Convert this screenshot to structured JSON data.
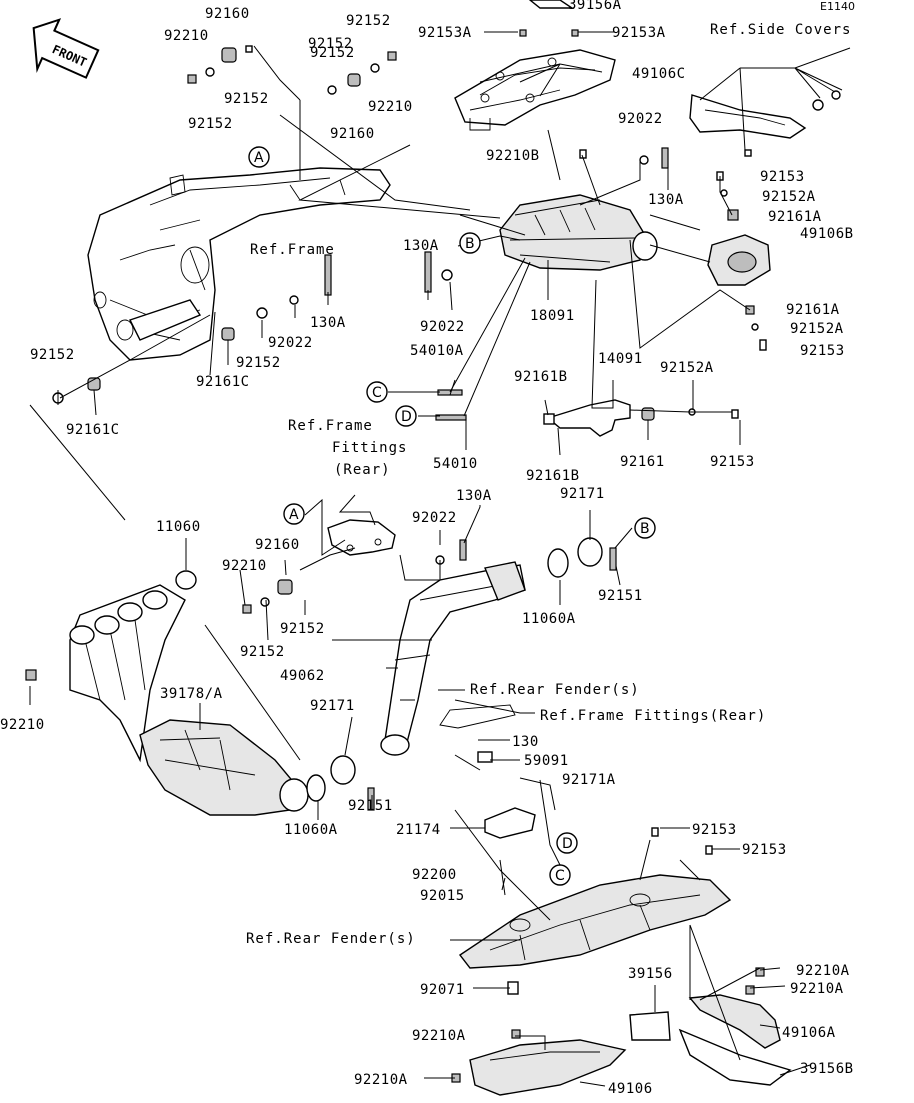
{
  "diagram_code": "E1140",
  "front_label": "FRONT",
  "callouts": [
    "A",
    "B",
    "C",
    "D",
    "A",
    "B",
    "C",
    "D"
  ],
  "refs": {
    "side_covers": "Ref.Side Covers",
    "frame": "Ref.Frame",
    "frame_fittings_rear_1": "Ref.Frame",
    "frame_fittings_rear_2": "Fittings",
    "frame_fittings_rear_3": "(Rear)",
    "rear_fender_1": "Ref.Rear Fender(s)",
    "frame_fittings_rear_inline": "Ref.Frame Fittings(Rear)",
    "rear_fender_2": "Ref.Rear Fender(s)"
  },
  "labels": [
    "39156A",
    "92160",
    "92152",
    "92210",
    "92152",
    "92152",
    "92152",
    "92160",
    "92210",
    "92153A",
    "92153A",
    "49106C",
    "92022",
    "92210B",
    "130A",
    "92153",
    "92152A",
    "92161A",
    "49106B",
    "92161A",
    "92152A",
    "92153",
    "130A",
    "92022",
    "18091",
    "54010A",
    "54010",
    "92152",
    "92161C",
    "92152",
    "92022",
    "130A",
    "92161C",
    "92152",
    "92161B",
    "14091",
    "92152A",
    "92161",
    "92153",
    "92161B",
    "11060",
    "92160",
    "92210",
    "92152",
    "92152",
    "92022",
    "130A",
    "92171",
    "92151",
    "11060A",
    "92210",
    "39178/A",
    "49062",
    "92171",
    "92151",
    "11060A",
    "130",
    "59091",
    "92171A",
    "21174",
    "92153",
    "92153",
    "92200",
    "92015",
    "92071",
    "39156",
    "92210A",
    "92210A",
    "49106A",
    "39156B",
    "92210A",
    "92210A",
    "49106"
  ]
}
